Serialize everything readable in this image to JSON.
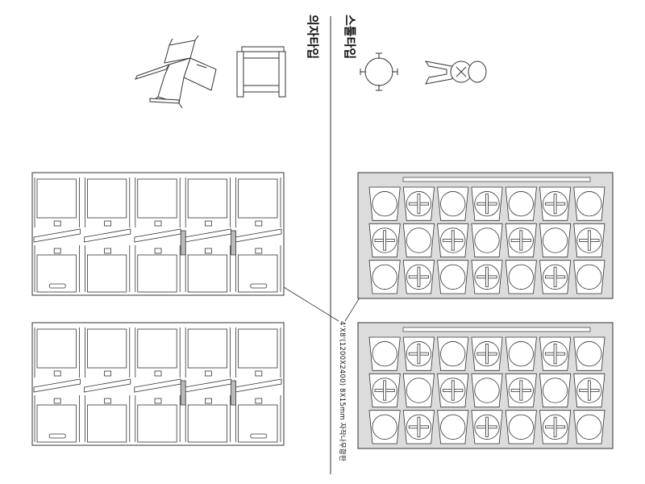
{
  "labels": {
    "chair_title": "의자타입",
    "stool_title": "스툴타입",
    "sheet_spec": "4'X8'(1200X2400) 8X15mm 자작나무합판"
  },
  "colors": {
    "line": "#333333",
    "paper": "#ffffff",
    "stool_sheet_fill": "#dcdcdc",
    "offcut_fill": "#bbbbbb"
  },
  "groups": {
    "chair_sheet_top": "chair-sheet-top",
    "chair_sheet_bottom": "chair-sheet-bottom",
    "stool_sheet_top": "stool-sheet-top",
    "stool_sheet_bottom": "stool-sheet-bottom",
    "chair_iso": "chair-iso-drawing",
    "chair_front": "chair-front-drawing",
    "stool_seat_top": "stool-seat-top-view",
    "stool_iso": "stool-iso-drawing"
  }
}
